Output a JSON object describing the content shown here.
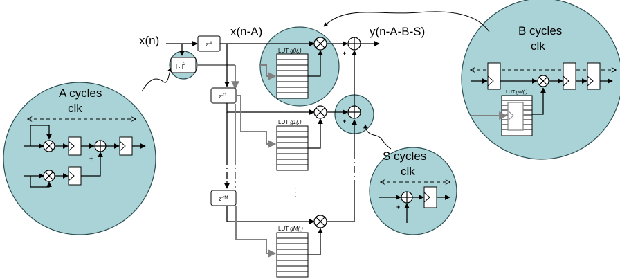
{
  "signals": {
    "input": "x(n)",
    "delayed": "x(n-A)",
    "output": "y(n-A-B-S)"
  },
  "blocks": {
    "delay_a": "z-A",
    "delay_a_base": "z",
    "delay_a_exp": "-A",
    "abs_sq_base": "| . |",
    "abs_sq_exp": "2",
    "delay_1_base": "z",
    "delay_1_exp": "-τ1",
    "delay_m_base": "z",
    "delay_m_exp": "-τM",
    "lut_prefix": "LUT ",
    "lut_g0": "g0(.)",
    "lut_g1": "g1(.)",
    "lut_gm": "gM(.)",
    "ellipsis": "· · ·"
  },
  "bubbles": {
    "a": {
      "line1": "A cycles",
      "line2": "clk"
    },
    "b": {
      "line1": "B cycles",
      "line2": "clk",
      "lut_prefix": "LUT ",
      "lut_func": "gM(.)"
    },
    "s": {
      "line1": "S cycles",
      "line2": "clk"
    }
  },
  "signs": {
    "plus": "+"
  },
  "colors": {
    "bubble_fill": "#a9d3d6",
    "bubble_stroke": "#2a4e52",
    "gray_line": "#808080",
    "black": "#000000"
  }
}
